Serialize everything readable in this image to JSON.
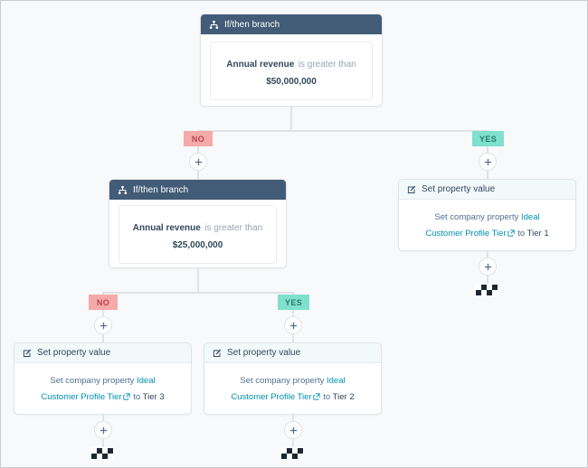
{
  "diagram": {
    "type": "workflow-branch-tree",
    "background_color": "#f8f9fa",
    "branch_header_color": "#425b76",
    "action_header_color": "#f2f9fa",
    "link_color": "#0091ae",
    "no_badge_color": "#f5a9a9",
    "yes_badge_color": "#7fe0cd",
    "connector_color": "#dfe3e8"
  },
  "nodes": {
    "branch1": {
      "header": "If/then branch",
      "header_icon": "branch-icon",
      "condition_property": "Annual revenue",
      "condition_operator": "is greater than",
      "condition_value": "$50,000,000"
    },
    "branch2": {
      "header": "If/then branch",
      "header_icon": "branch-icon",
      "condition_property": "Annual revenue",
      "condition_operator": "is greater than",
      "condition_value": "$25,000,000"
    },
    "action_tier1": {
      "header": "Set property value",
      "header_icon": "edit-icon",
      "text_prefix": "Set company property",
      "property_link": "Ideal Customer Profile Tier",
      "link_icon": "external-link-icon",
      "text_middle": "to",
      "value": "Tier 1"
    },
    "action_tier2": {
      "header": "Set property value",
      "header_icon": "edit-icon",
      "text_prefix": "Set company property",
      "property_link": "Ideal Customer Profile Tier",
      "link_icon": "external-link-icon",
      "text_middle": "to",
      "value": "Tier 2"
    },
    "action_tier3": {
      "header": "Set property value",
      "header_icon": "edit-icon",
      "text_prefix": "Set company property",
      "property_link": "Ideal Customer Profile Tier",
      "link_icon": "external-link-icon",
      "text_middle": "to",
      "value": "Tier 3"
    }
  },
  "branch_labels": {
    "branch1_no": "NO",
    "branch1_yes": "YES",
    "branch2_no": "NO",
    "branch2_yes": "YES"
  },
  "add_nodes": {
    "icon": "plus-icon",
    "label": "+"
  },
  "end_nodes": {
    "icon": "checkered-flag-icon",
    "count": 3
  }
}
